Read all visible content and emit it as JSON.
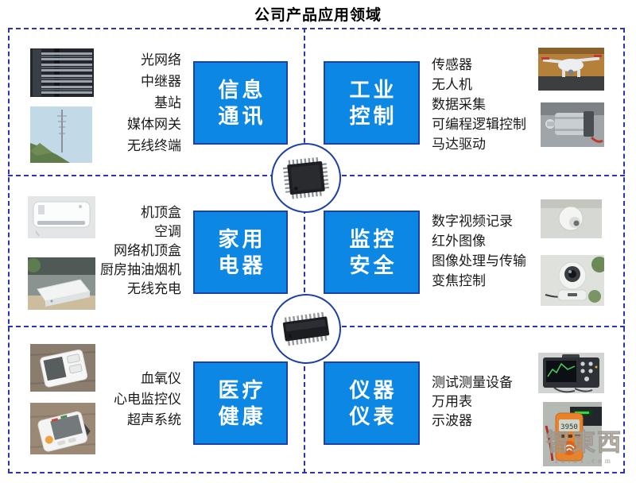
{
  "title": "公司产品应用领域",
  "colors": {
    "box_fill": "#0d87e4",
    "box_border": "#1c41a8",
    "dashed_line": "#2b35ae",
    "box_text": "#ffffff",
    "body_text": "#1a1a1a"
  },
  "icons": {
    "chip1": "qfp-package-chip",
    "chip2": "sop-package-chip"
  },
  "watermark": {
    "text": "智東西",
    "subtext": "zhidx.com"
  },
  "rows": [
    {
      "left_photos": [
        "server-rack-photo",
        "telecom-tower-photo"
      ],
      "left_items": [
        "光网络",
        "中继器",
        "基站",
        "媒体网关",
        "无线终端"
      ],
      "left_box": {
        "line1": "信息",
        "line2": "通讯"
      },
      "right_box": {
        "line1": "工业",
        "line2": "控制"
      },
      "right_items": [
        "传感器",
        "无人机",
        "数据采集",
        "可编程逻辑控制",
        "马达驱动"
      ],
      "right_photos": [
        "drone-photo",
        "dc-motor-photo"
      ]
    },
    {
      "left_photos": [
        "air-conditioner-photo",
        "set-top-box-photo"
      ],
      "left_items": [
        "机顶盒",
        "空调",
        "网络机顶盒",
        "厨房抽油烟机",
        "无线充电"
      ],
      "left_box": {
        "line1": "家用",
        "line2": "电器"
      },
      "right_box": {
        "line1": "监控",
        "line2": "安全"
      },
      "right_items": [
        "数字视频记录",
        "红外图像",
        "图像处理与传输",
        "变焦控制"
      ],
      "right_photos": [
        "dome-camera-photo",
        "ptz-camera-photo"
      ]
    },
    {
      "left_photos": [
        "blood-pressure-monitor-photo",
        "patient-monitor-photo"
      ],
      "left_items": [
        "血氧仪",
        "心电监控仪",
        "超声系统"
      ],
      "left_box": {
        "line1": "医疗",
        "line2": "健康"
      },
      "right_box": {
        "line1": "仪器",
        "line2": "仪表"
      },
      "right_items": [
        "测试测量设备",
        "万用表",
        "示波器"
      ],
      "right_photos": [
        "oscilloscope-photo",
        "multimeter-photo"
      ]
    }
  ],
  "photo_details": {
    "multimeter_reading": "3950"
  }
}
